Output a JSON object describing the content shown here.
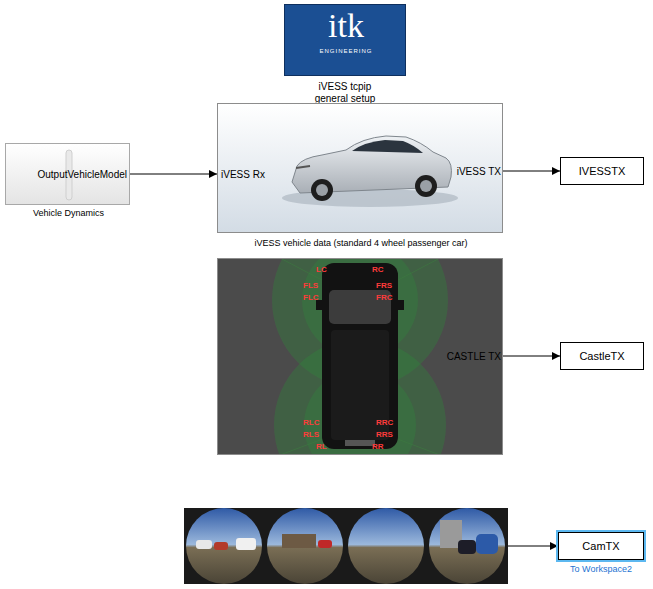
{
  "diagram": {
    "nodes": [
      {
        "text": [
          "itk",
          "ENGINEERING",
          "iVESS tcpip general setup"
        ]
      },
      {
        "text": [
          "OutputVehicleModel",
          "Vehicle Dynamics"
        ]
      },
      {
        "text": [
          "iVESS Rx",
          "iVESS TX",
          "iVESS vehicle data (standard 4 wheel passenger car)"
        ]
      },
      {
        "text": [
          "IVESSTX"
        ]
      },
      {
        "text": [
          "CASTLE TX"
        ]
      },
      {
        "text": [
          "CastleTX"
        ]
      },
      {
        "text": [
          "CamTX",
          "To Workspace2"
        ]
      }
    ],
    "edges": [
      {
        "from": 1,
        "to": 2,
        "arrow": "to"
      },
      {
        "from": 2,
        "to": 3,
        "arrow": "to"
      },
      {
        "from": 4,
        "to": 5,
        "arrow": "to"
      }
    ],
    "labels": [
      "LC",
      "RC",
      "FLS",
      "FRS",
      "FLC",
      "FRC",
      "RLC",
      "RRC",
      "RLS",
      "RRS",
      "RL",
      "RR"
    ]
  }
}
